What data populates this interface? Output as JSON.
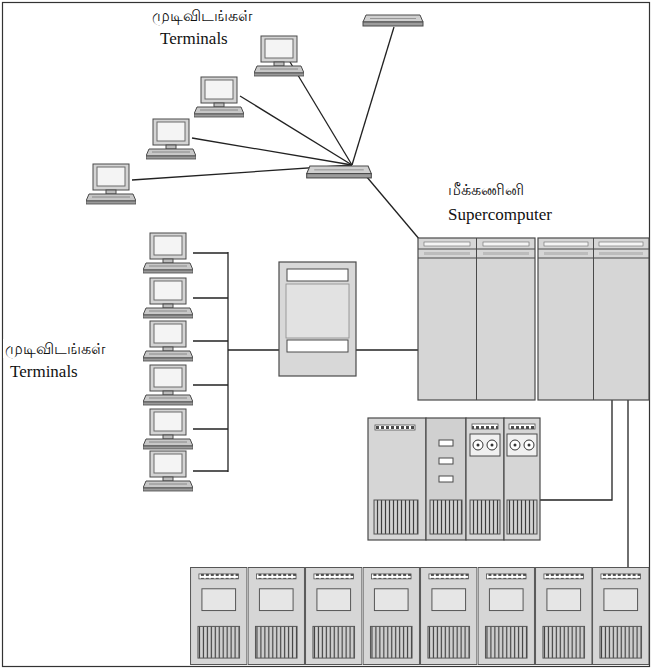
{
  "diagram": {
    "labels": [
      "முடிவிடங்கள்",
      "Terminals",
      "மீக்கணினி",
      "Supercomputer",
      "முடிவிடங்கள்",
      "Terminals"
    ]
  }
}
